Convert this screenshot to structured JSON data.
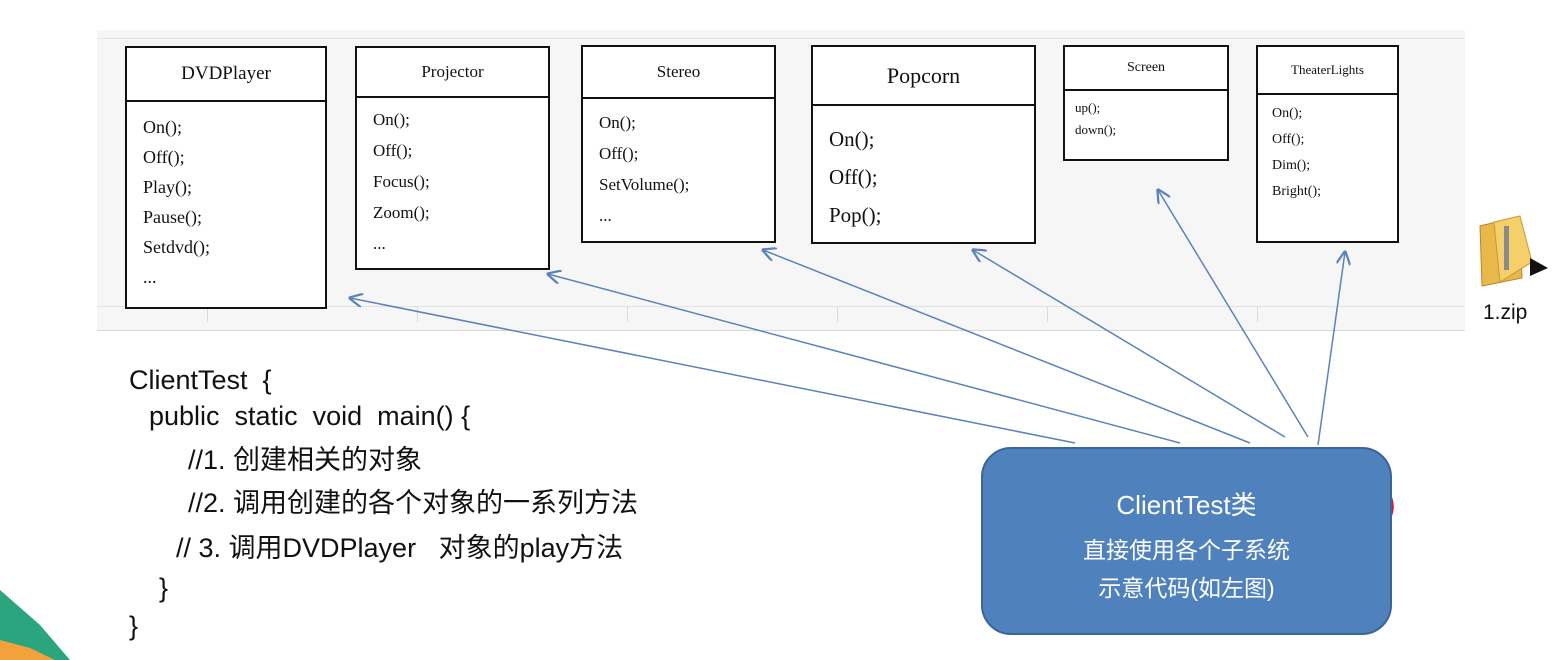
{
  "classes": [
    {
      "name": "DVDPlayer",
      "methods": [
        "On();",
        "Off();",
        "Play();",
        "Pause();",
        "Setdvd();",
        "..."
      ]
    },
    {
      "name": "Projector",
      "methods": [
        "On();",
        "Off();",
        "Focus();",
        "Zoom();",
        "..."
      ]
    },
    {
      "name": "Stereo",
      "methods": [
        "On();",
        "Off();",
        "SetVolume();",
        "..."
      ]
    },
    {
      "name": "Popcorn",
      "methods": [
        "On();",
        "Off();",
        "Pop();"
      ]
    },
    {
      "name": "Screen",
      "methods": [
        "up();",
        "down();"
      ]
    },
    {
      "name": "TheaterLights",
      "methods": [
        "On();",
        "Off();",
        "Dim();",
        "Bright();"
      ]
    }
  ],
  "code": {
    "l1": "ClientTest  {",
    "l2": "public  static  void  main() {",
    "l3": "//1. 创建相关的对象",
    "l4": "//2. 调用创建的各个对象的一系列方法",
    "l5": "// 3. 调用DVDPlayer   对象的play方法",
    "l6": "}",
    "l7": "}"
  },
  "callout": {
    "title": "ClientTest类",
    "line2": "直接使用各个子系统",
    "line3": "示意代码(如左图)"
  },
  "zip": {
    "label": "1.zip",
    "icon": "zip-folder-icon"
  },
  "colors": {
    "callout": "#4f81bd",
    "arrow": "#5b83b8",
    "annotation": "#e0103a"
  }
}
